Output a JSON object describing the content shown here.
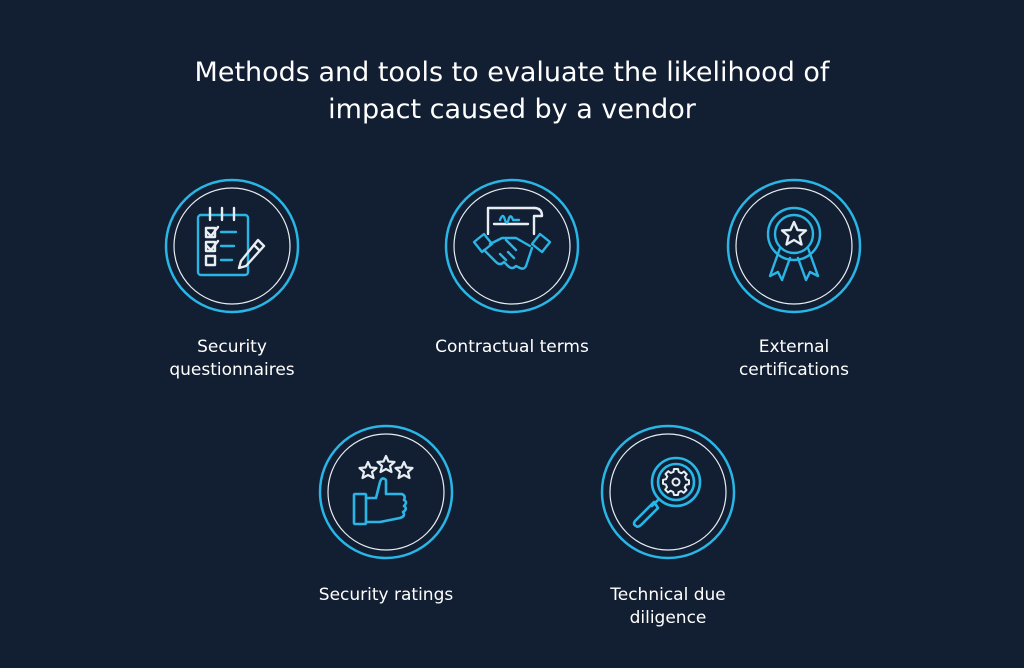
{
  "title": {
    "line1": "Methods and tools to evaluate the likelihood of",
    "line2": "impact caused by a vendor"
  },
  "colors": {
    "background": "#121e32",
    "accent": "#29b6e6",
    "outline": "#e6edf3",
    "text": "#ffffff"
  },
  "items": [
    {
      "label_line1": "Security",
      "label_line2": "questionnaires",
      "icon": "checklist-clipboard-icon"
    },
    {
      "label_line1": "Contractual terms",
      "label_line2": "",
      "icon": "handshake-contract-icon"
    },
    {
      "label_line1": "External",
      "label_line2": "certifications",
      "icon": "award-ribbon-icon"
    },
    {
      "label_line1": "Security ratings",
      "label_line2": "",
      "icon": "thumbs-up-stars-icon"
    },
    {
      "label_line1": "Technical due",
      "label_line2": "diligence",
      "icon": "magnifier-gear-icon"
    }
  ]
}
